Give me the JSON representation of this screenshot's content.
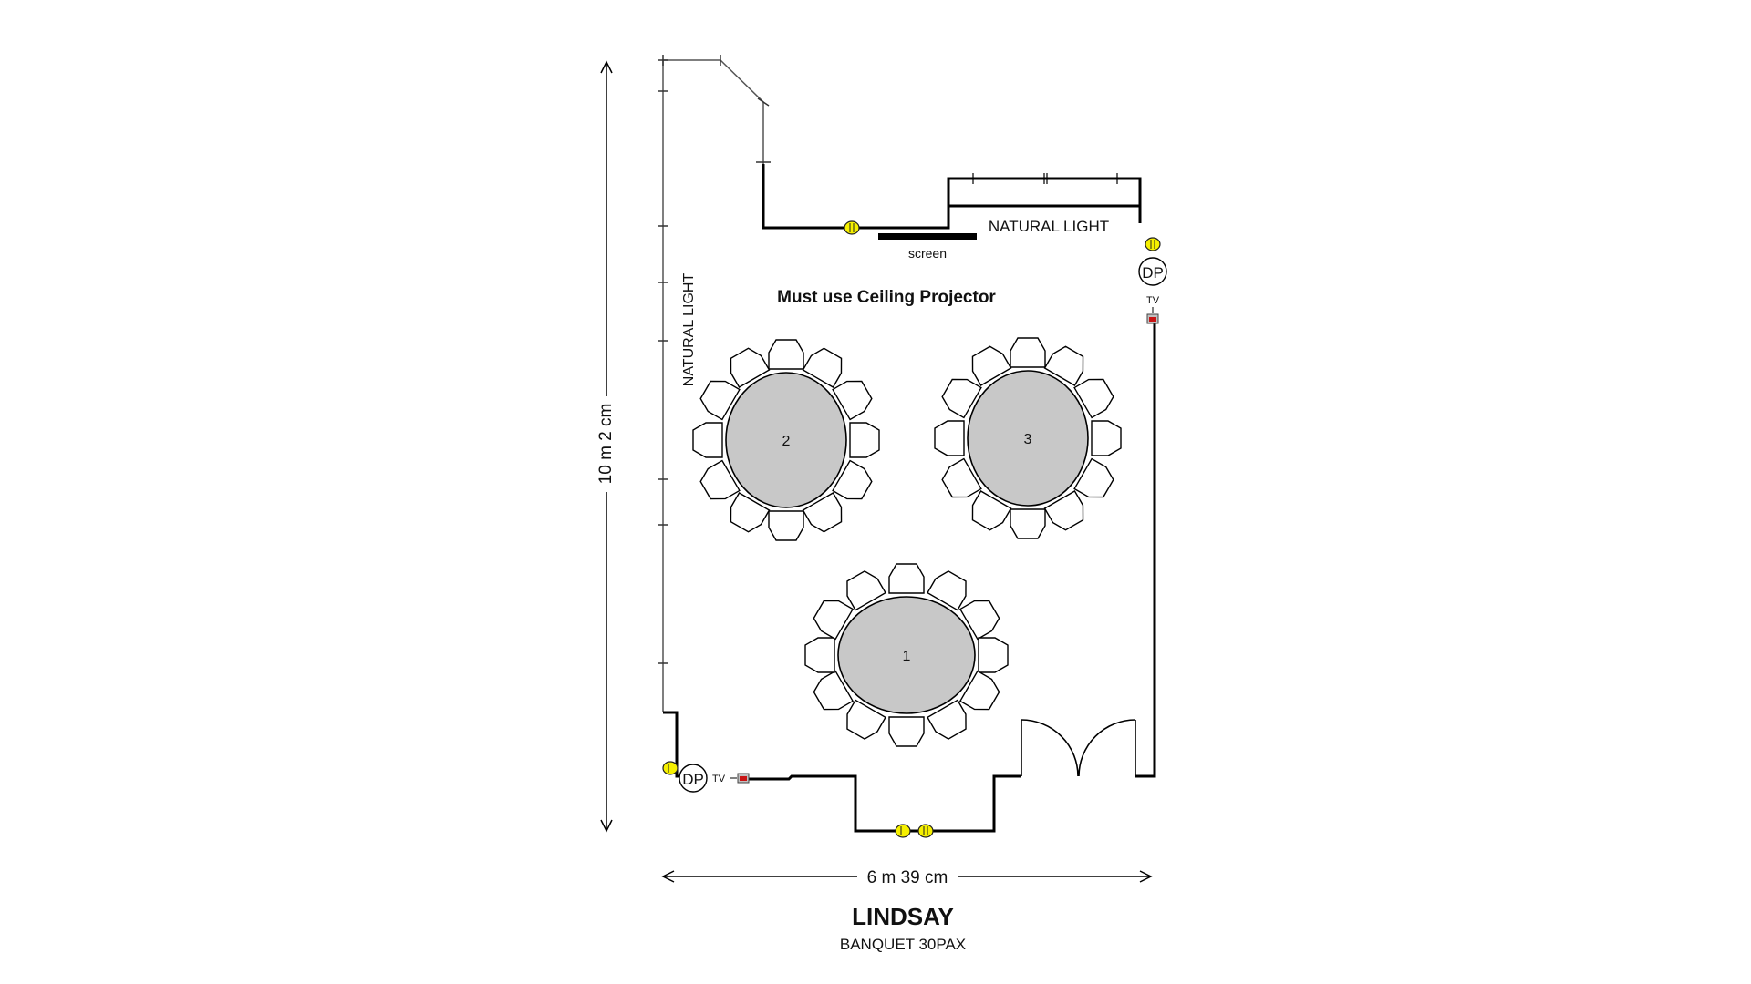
{
  "plan": {
    "room_name": "LINDSAY",
    "subtitle": "BANQUET 30PAX",
    "note": "Must use Ceiling Projector",
    "screen_label": "screen",
    "natural_light_top": "NATURAL LIGHT",
    "natural_light_left": "NATURAL LIGHT",
    "dim_height": "10 m 2 cm",
    "dim_width": "6 m 39 cm",
    "dp_label": "DP",
    "tv_label": "TV",
    "tables": [
      {
        "label": "1",
        "chairs": 12
      },
      {
        "label": "2",
        "chairs": 12
      },
      {
        "label": "3",
        "chairs": 12
      }
    ]
  },
  "colors": {
    "table_fill": "#c8c8c8",
    "outlet_fill": "#f6f000",
    "tv_indicator": "#c81414"
  }
}
